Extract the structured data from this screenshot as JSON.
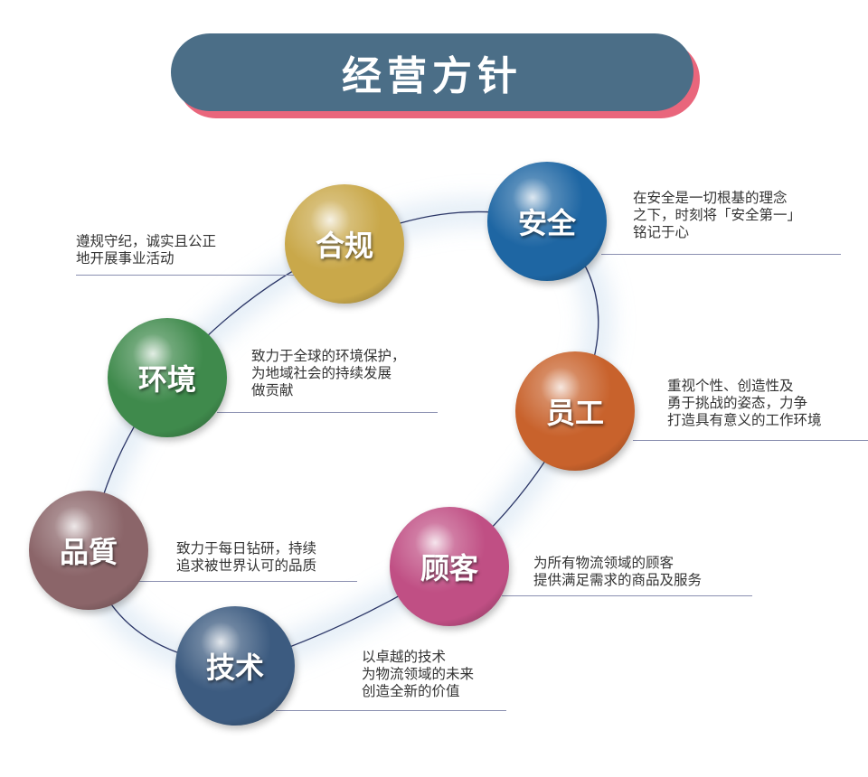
{
  "title": "经营方针",
  "colors": {
    "title_bg": "#4b6e87",
    "title_shadow": "#e9667c",
    "line": "#2a3566"
  },
  "items": [
    {
      "key": "compliance",
      "label": "合规",
      "color": "#c9a84a",
      "lines": [
        "遵规守纪，诚实且公正",
        "地开展事业活动"
      ]
    },
    {
      "key": "safety",
      "label": "安全",
      "color": "#1e66a3",
      "lines": [
        "在安全是一切根基的理念",
        "之下，时刻将「安全第一」",
        "铭记于心"
      ]
    },
    {
      "key": "environment",
      "label": "环境",
      "color": "#3f8a4c",
      "lines": [
        "致力于全球的环境保护，",
        "为地域社会的持续发展",
        "做贡献"
      ]
    },
    {
      "key": "employees",
      "label": "员工",
      "color": "#c8622c",
      "lines": [
        "重视个性、创造性及",
        "勇于挑战的姿态，力争",
        "打造具有意义的工作环境"
      ]
    },
    {
      "key": "quality",
      "label": "品質",
      "color": "#8b6569",
      "lines": [
        "致力于每日钻研，持续",
        "追求被世界认可的品质"
      ]
    },
    {
      "key": "customers",
      "label": "顾客",
      "color": "#c04f84",
      "lines": [
        "为所有物流领域的顾客",
        "提供满足需求的商品及服务"
      ]
    },
    {
      "key": "technology",
      "label": "技术",
      "color": "#3c5b80",
      "lines": [
        "以卓越的技术",
        "为物流领域的未来",
        "创造全新的价值"
      ]
    }
  ]
}
